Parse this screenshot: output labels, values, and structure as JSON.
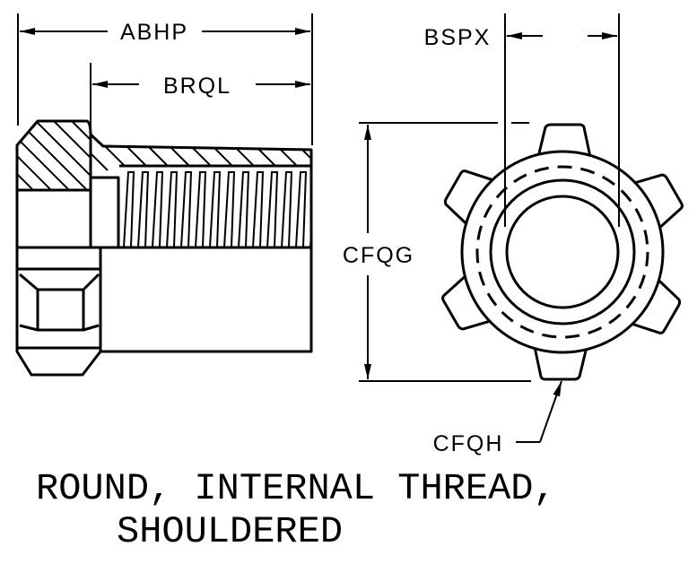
{
  "dimensions": {
    "abhp": "ABHP",
    "brql": "BRQL",
    "bspx": "BSPX",
    "cfqg": "CFQG",
    "cfqh": "CFQH"
  },
  "caption": {
    "line1": "ROUND, INTERNAL THREAD,",
    "line2": "SHOULDERED"
  },
  "colors": {
    "ink": "#000000",
    "background": "#ffffff"
  }
}
